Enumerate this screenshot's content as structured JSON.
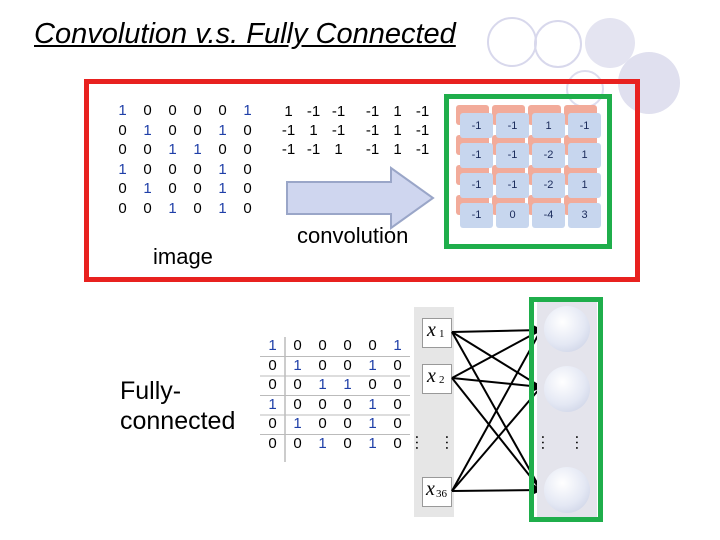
{
  "title": "Convolution v.s. Fully Connected",
  "image_label": "image",
  "convolution_label": "convolution",
  "fully_connected_label": "Fully-connected",
  "image_matrix": [
    [
      "1",
      "0",
      "0",
      "0",
      "0",
      "1"
    ],
    [
      "0",
      "1",
      "0",
      "0",
      "1",
      "0"
    ],
    [
      "0",
      "0",
      "1",
      "1",
      "0",
      "0"
    ],
    [
      "1",
      "0",
      "0",
      "0",
      "1",
      "0"
    ],
    [
      "0",
      "1",
      "0",
      "0",
      "1",
      "0"
    ],
    [
      "0",
      "0",
      "1",
      "0",
      "1",
      "0"
    ]
  ],
  "filter_1": [
    [
      "1",
      "-1",
      "-1"
    ],
    [
      "-1",
      "1",
      "-1"
    ],
    [
      "-1",
      "-1",
      "1"
    ]
  ],
  "filter_2": [
    [
      "-1",
      "1",
      "-1"
    ],
    [
      "-1",
      "1",
      "-1"
    ],
    [
      "-1",
      "1",
      "-1"
    ]
  ],
  "output_grid": [
    [
      "-1",
      "-1",
      "1",
      "-1"
    ],
    [
      "-1",
      "-1",
      "-2",
      "1"
    ],
    [
      "-1",
      "-1",
      "-2",
      "1"
    ],
    [
      "-1",
      "0",
      "-4",
      "3"
    ]
  ],
  "variables": {
    "x1": {
      "base": "x",
      "sub": "1"
    },
    "x2": {
      "base": "x",
      "sub": "2"
    },
    "x36": {
      "base": "x",
      "sub": "36"
    }
  },
  "ellipsis": "…",
  "colors": {
    "red_box": "#e8211f",
    "green_box": "#1fae4b",
    "blue_digits": "#1f3fa8",
    "arrow": "#cfd6ef",
    "output_back_cells": "#f2ab9a",
    "output_front_cells": "#c7d6ee"
  }
}
